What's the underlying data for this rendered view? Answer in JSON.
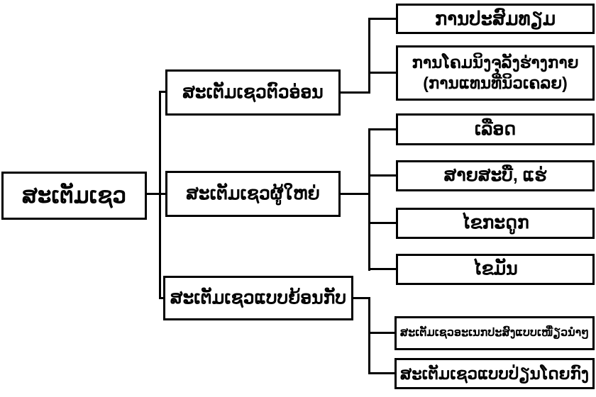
{
  "colors": {
    "background": "#ffffff",
    "line": "#000000",
    "text": "#000000"
  },
  "diagram": {
    "title_note": "ສະເຕັມເຊວ",
    "nodes": {
      "root": "ສະເຕັມເຊວ",
      "embryonic": "ສະເຕັມເຊວຕົວອ່ອນ",
      "adult": "ສະເຕັມເຊວຜູ້ໃຫຍ່",
      "reprogrammed": "ສະເຕັມເຊວແບບຍ້ອນກັບ",
      "artificial_fertilization": "ການປະສົມທຽມ",
      "somatic_cloning_line1": "ການໂຄມນິງຈຸລັງຮ່າງກາຍ",
      "somatic_cloning_line2": "(ການແທນທີ່ນິວເຄລຍ)",
      "blood": "ເລືອດ",
      "umbilical_cord_placenta": "ສາຍສະບື, ແຮ່",
      "bone_marrow": "ໄຂກະດູກ",
      "fat": "ໄຂມັນ",
      "induced_pluripotent": "ສະເຕັມເຊວອະເນກປະສົງແບບເໜື່ຽວນຳໆ",
      "direct_conversion": "ສະເຕັມເຊວແບບປ່ຽນໂດຍກົງ"
    }
  }
}
